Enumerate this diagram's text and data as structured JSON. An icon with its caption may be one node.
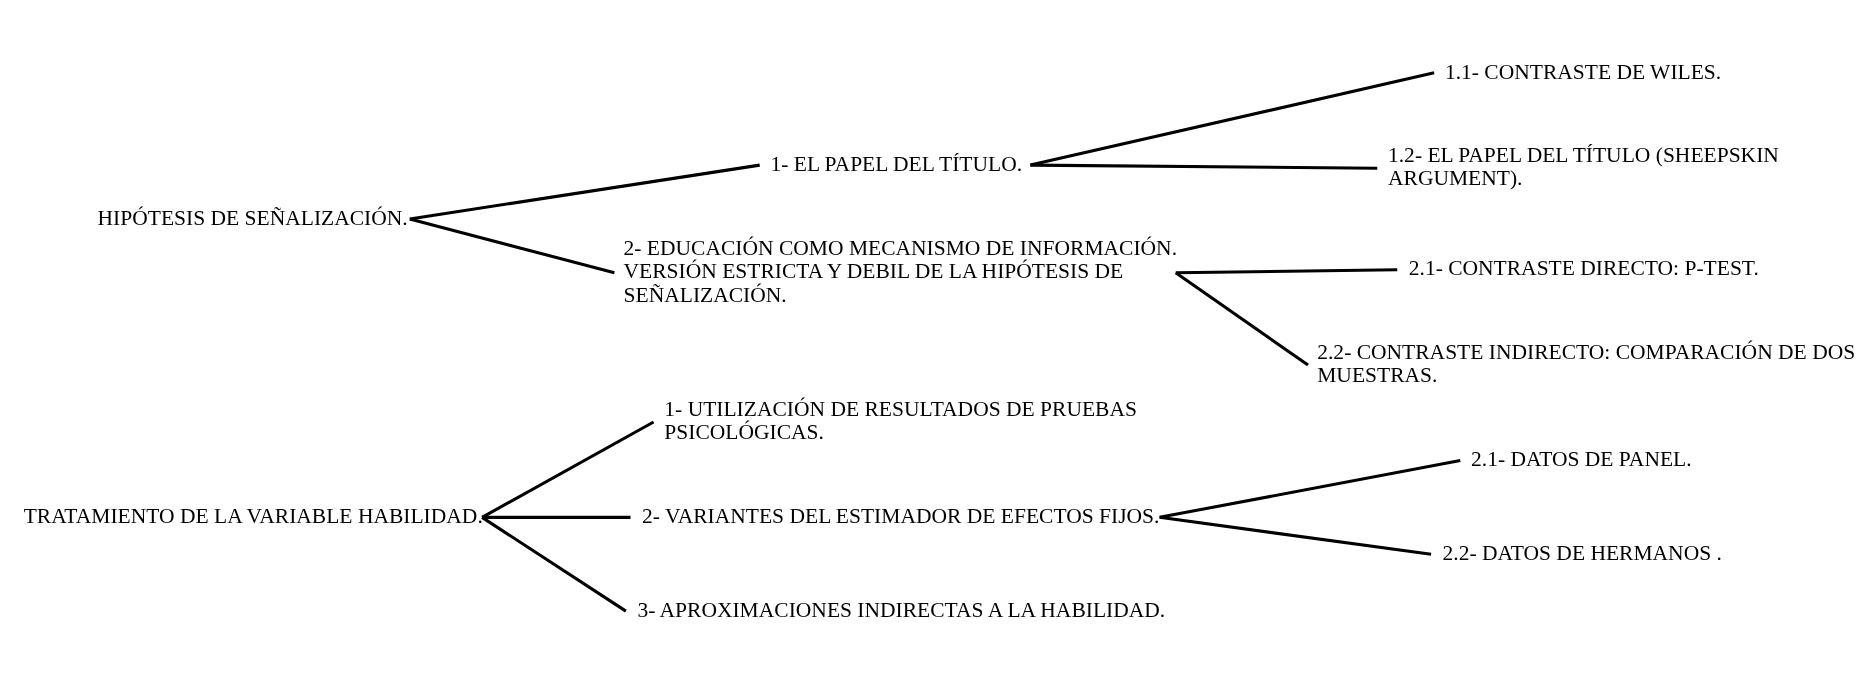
{
  "diagram": {
    "nodes": [
      {
        "text": [
          "TRATAMIENTO DE LA VARIABLE HABILIDAD."
        ]
      },
      {
        "text": [
          "1- UTILIZACIÓN DE RESULTADOS DE PRUEBAS PSICOLÓGICAS."
        ]
      },
      {
        "text": [
          "2- VARIANTES DEL ESTIMADOR DE EFECTOS FIJOS."
        ]
      },
      {
        "text": [
          "2.1- DATOS DE PANEL."
        ]
      },
      {
        "text": [
          "2.2- DATOS DE HERMANOS ."
        ]
      },
      {
        "text": [
          "3- APROXIMACIONES INDIRECTAS A LA HABILIDAD."
        ]
      },
      {
        "text": [
          "HIPÓTESIS DE SEÑALIZACIÓN."
        ]
      },
      {
        "text": [
          "1- EL PAPEL DEL TÍTULO."
        ]
      },
      {
        "text": [
          "1.1- CONTRASTE DE WILES."
        ]
      },
      {
        "text": [
          "1.2- EL PAPEL DEL TÍTULO (SHEEPSKIN ARGUMENT)."
        ]
      },
      {
        "text": [
          "2- EDUCACIÓN COMO MECANISMO DE INFORMACIÓN. VERSIÓN ESTRICTA Y DEBIL DE LA HIPÓTESIS DE SEÑALIZACIÓN."
        ]
      },
      {
        "text": [
          "2.1- CONTRASTE DIRECTO: P-TEST."
        ]
      },
      {
        "text": [
          "2.2- CONTRASTE INDIRECTO: COMPARACIÓN DE DOS MUESTRAS."
        ]
      }
    ],
    "edges": [
      {
        "from": 0,
        "to": 1,
        "arrow": "none"
      },
      {
        "from": 0,
        "to": 2,
        "arrow": "none"
      },
      {
        "from": 0,
        "to": 5,
        "arrow": "none"
      },
      {
        "from": 2,
        "to": 3,
        "arrow": "none"
      },
      {
        "from": 2,
        "to": 4,
        "arrow": "none"
      },
      {
        "from": 6,
        "to": 7,
        "arrow": "none"
      },
      {
        "from": 6,
        "to": 10,
        "arrow": "none"
      },
      {
        "from": 7,
        "to": 8,
        "arrow": "none"
      },
      {
        "from": 7,
        "to": 9,
        "arrow": "none"
      },
      {
        "from": 10,
        "to": 11,
        "arrow": "none"
      },
      {
        "from": 10,
        "to": 12,
        "arrow": "none"
      }
    ]
  }
}
